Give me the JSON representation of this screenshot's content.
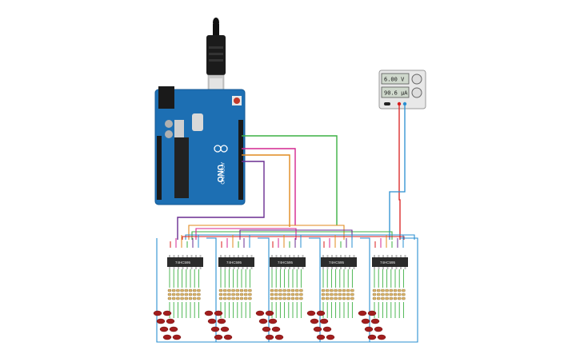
{
  "power_supply": {
    "voltage_display": "6.00 V",
    "current_display": "90.6 µA"
  },
  "arduino": {
    "model_label": "UNO",
    "brand_label": "ARDUINO"
  },
  "shift_registers": [
    {
      "label": "74HC595"
    },
    {
      "label": "74HC595"
    },
    {
      "label": "74HC595"
    },
    {
      "label": "74HC595"
    },
    {
      "label": "74HC595"
    }
  ],
  "wire_colors": {
    "green": "#3cb043",
    "magenta": "#d4268f",
    "orange": "#e08a1e",
    "purple": "#6a2d91",
    "red": "#d81e1e",
    "blue": "#2a8fd1"
  },
  "icons": [
    "usb-cable-icon",
    "power-knob-icon",
    "led-icon",
    "resistor-icon",
    "chip-icon"
  ]
}
